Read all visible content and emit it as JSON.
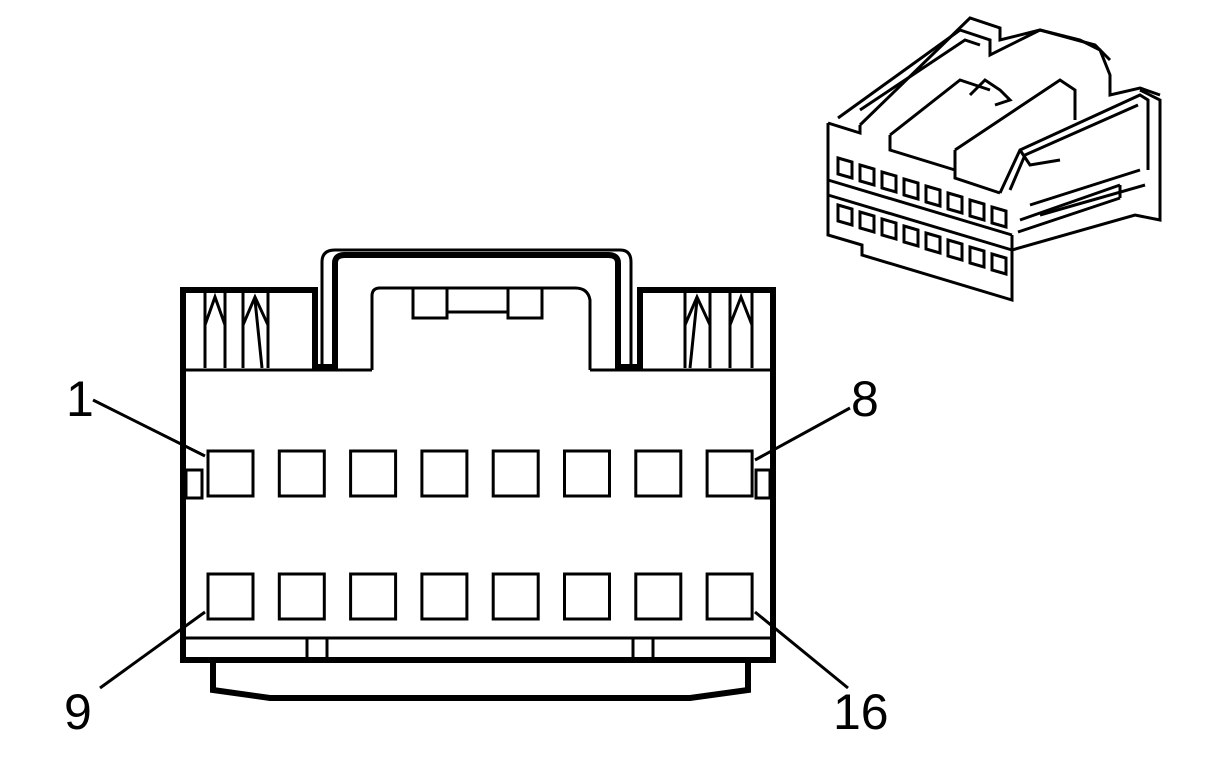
{
  "diagram": {
    "labels": {
      "top_left": "1",
      "top_right": "8",
      "bottom_left": "9",
      "bottom_right": "16"
    },
    "rows": 2,
    "pins_per_row": 8
  }
}
